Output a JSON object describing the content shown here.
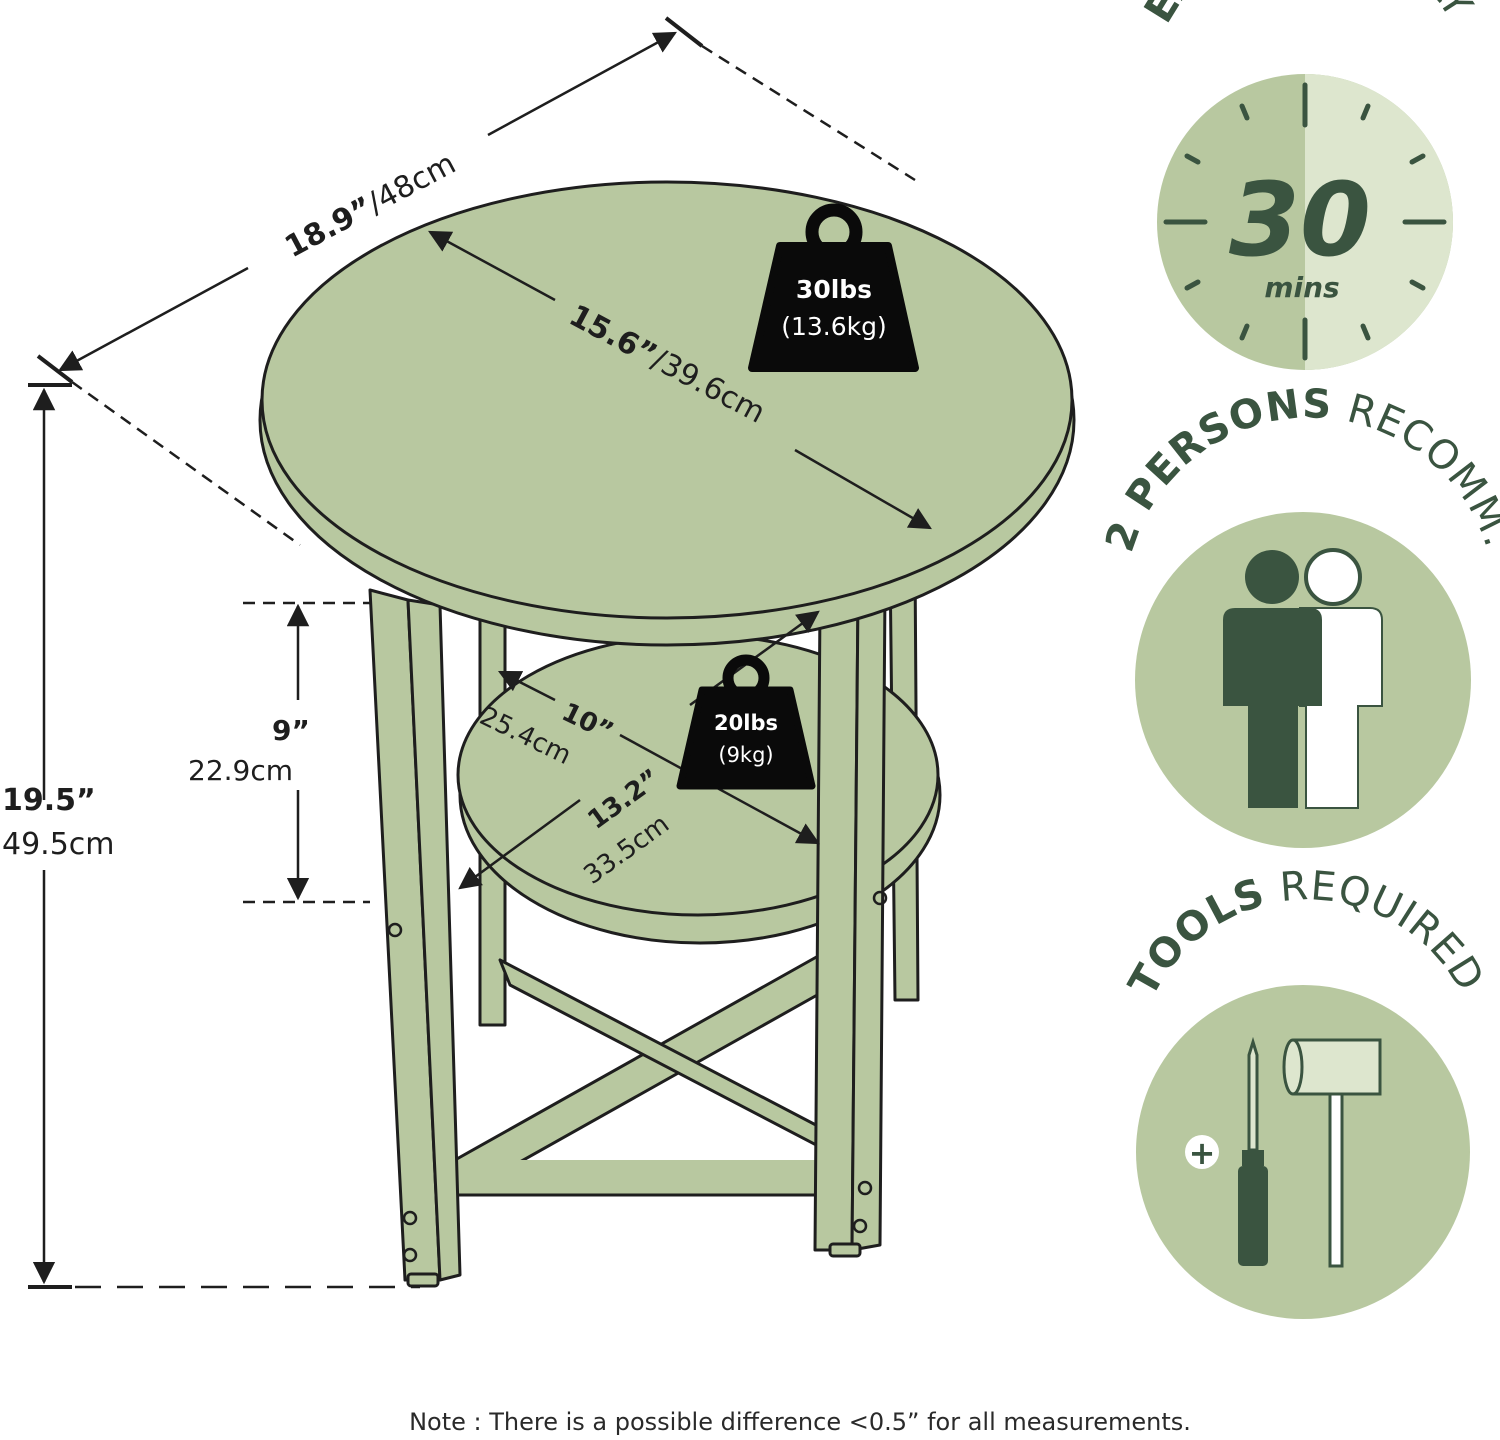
{
  "colors": {
    "table_fill": "#b8c8a0",
    "outline": "#1e1e1e",
    "dark_green": "#3a5440",
    "mid_green": "#b8c8a0",
    "light_green": "#dde6ce",
    "weight_badge": "#0a0a0a"
  },
  "dimensions": {
    "top_width": {
      "inch": "18.9”",
      "sep": "/",
      "cm": "48cm"
    },
    "top_diameter": {
      "inch": "15.6”",
      "sep": "/",
      "cm": "39.6cm"
    },
    "shelf_depth": {
      "inch": "10”",
      "cm": "25.4cm"
    },
    "shelf_diameter": {
      "inch": "13.2”",
      "cm": "33.5cm"
    },
    "shelf_gap": {
      "inch": "9”",
      "cm": "22.9cm"
    },
    "total_height": {
      "inch": "19.5”",
      "cm": "49.5cm"
    }
  },
  "weights": {
    "top": {
      "lbs": "30lbs",
      "kg": "(13.6kg)"
    },
    "shelf": {
      "lbs": "20lbs",
      "kg": "(9kg)"
    }
  },
  "badges": {
    "assembly": {
      "bold": "EASY",
      "light": "ASSEMBLY",
      "number": "30",
      "unit": "mins",
      "icon": "clock-icon"
    },
    "persons": {
      "bold": "2 PERSONS",
      "light": "RECOMM.",
      "icon": "two-persons-icon"
    },
    "tools": {
      "bold": "TOOLS",
      "light": "REQUIRED",
      "icon": "tools-icon",
      "plus": "+"
    }
  },
  "note": "Note : There is a possible difference <0.5” for all measurements."
}
